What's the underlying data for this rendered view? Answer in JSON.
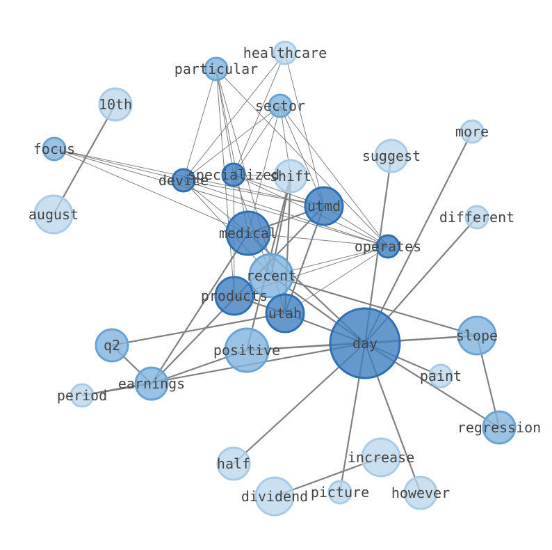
{
  "colors": {
    "light": "#b8d4ea",
    "mid": "#7fb3dd",
    "dark": "#3f7fc1",
    "stroke_light": "#a9cbe6",
    "stroke_mid": "#6aa4d4",
    "stroke_dark": "#2f6fb3",
    "edge": "#808080",
    "label": "#444444"
  },
  "nodes": [
    {
      "id": "healthcare",
      "label": "healthcare",
      "tone": "light"
    },
    {
      "id": "particular",
      "label": "particular",
      "tone": "mid"
    },
    {
      "id": "10th",
      "label": "10th",
      "tone": "light"
    },
    {
      "id": "sector",
      "label": "sector",
      "tone": "mid"
    },
    {
      "id": "more",
      "label": "more",
      "tone": "light"
    },
    {
      "id": "focus",
      "label": "focus",
      "tone": "mid"
    },
    {
      "id": "suggest",
      "label": "suggest",
      "tone": "light"
    },
    {
      "id": "specialized",
      "label": "specialized",
      "tone": "dark"
    },
    {
      "id": "device",
      "label": "device",
      "tone": "dark"
    },
    {
      "id": "shift",
      "label": "shift",
      "tone": "light"
    },
    {
      "id": "utmd",
      "label": "utmd",
      "tone": "dark"
    },
    {
      "id": "august",
      "label": "august",
      "tone": "light"
    },
    {
      "id": "different",
      "label": "different",
      "tone": "light"
    },
    {
      "id": "medical",
      "label": "medical",
      "tone": "dark"
    },
    {
      "id": "operates",
      "label": "operates",
      "tone": "dark"
    },
    {
      "id": "recent",
      "label": "recent",
      "tone": "mid"
    },
    {
      "id": "products",
      "label": "products",
      "tone": "dark"
    },
    {
      "id": "utah",
      "label": "utah",
      "tone": "dark"
    },
    {
      "id": "day",
      "label": "day",
      "tone": "dark"
    },
    {
      "id": "slope",
      "label": "slope",
      "tone": "mid"
    },
    {
      "id": "q2",
      "label": "q2",
      "tone": "mid"
    },
    {
      "id": "positive",
      "label": "positive",
      "tone": "mid"
    },
    {
      "id": "paint",
      "label": "paint",
      "tone": "light"
    },
    {
      "id": "earnings",
      "label": "earnings",
      "tone": "mid"
    },
    {
      "id": "period",
      "label": "period",
      "tone": "light"
    },
    {
      "id": "regression",
      "label": "regression",
      "tone": "mid"
    },
    {
      "id": "increase",
      "label": "increase",
      "tone": "light"
    },
    {
      "id": "half",
      "label": "half",
      "tone": "light"
    },
    {
      "id": "dividend",
      "label": "dividend",
      "tone": "light"
    },
    {
      "id": "picture",
      "label": "picture",
      "tone": "light"
    },
    {
      "id": "however",
      "label": "however",
      "tone": "light"
    }
  ],
  "edges": [
    [
      "healthcare",
      "device"
    ],
    [
      "healthcare",
      "specialized"
    ],
    [
      "healthcare",
      "utmd"
    ],
    [
      "particular",
      "device"
    ],
    [
      "particular",
      "specialized"
    ],
    [
      "particular",
      "medical"
    ],
    [
      "particular",
      "operates"
    ],
    [
      "particular",
      "utah"
    ],
    [
      "particular",
      "products"
    ],
    [
      "sector",
      "device"
    ],
    [
      "sector",
      "specialized"
    ],
    [
      "sector",
      "medical"
    ],
    [
      "sector",
      "operates"
    ],
    [
      "sector",
      "utmd"
    ],
    [
      "sector",
      "shift"
    ],
    [
      "focus",
      "device"
    ],
    [
      "focus",
      "medical"
    ],
    [
      "focus",
      "utmd"
    ],
    [
      "focus",
      "operates"
    ],
    [
      "device",
      "utmd"
    ],
    [
      "device",
      "operates"
    ],
    [
      "device",
      "medical"
    ],
    [
      "device",
      "recent"
    ],
    [
      "specialized",
      "utmd"
    ],
    [
      "specialized",
      "operates"
    ],
    [
      "specialized",
      "products"
    ],
    [
      "specialized",
      "shift"
    ],
    [
      "specialized",
      "recent"
    ],
    [
      "medical",
      "operates"
    ],
    [
      "medical",
      "utmd"
    ],
    [
      "utmd",
      "operates"
    ],
    [
      "operates",
      "recent"
    ],
    [
      "operates",
      "products"
    ],
    [
      "operates",
      "utah"
    ],
    [
      "10th",
      "august"
    ],
    [
      "shift",
      "positive"
    ],
    [
      "shift",
      "utah"
    ],
    [
      "shift",
      "recent"
    ],
    [
      "utmd",
      "earnings"
    ],
    [
      "utmd",
      "utah"
    ],
    [
      "medical",
      "day"
    ],
    [
      "medical",
      "earnings"
    ],
    [
      "recent",
      "slope"
    ],
    [
      "recent",
      "day"
    ],
    [
      "products",
      "utah"
    ],
    [
      "utah",
      "q2"
    ],
    [
      "day",
      "suggest"
    ],
    [
      "day",
      "more"
    ],
    [
      "day",
      "different"
    ],
    [
      "day",
      "slope"
    ],
    [
      "day",
      "positive"
    ],
    [
      "day",
      "paint"
    ],
    [
      "day",
      "regression"
    ],
    [
      "day",
      "half"
    ],
    [
      "day",
      "picture"
    ],
    [
      "day",
      "however"
    ],
    [
      "day",
      "period"
    ],
    [
      "day",
      "utah"
    ],
    [
      "slope",
      "positive"
    ],
    [
      "slope",
      "regression"
    ],
    [
      "q2",
      "earnings"
    ],
    [
      "earnings",
      "positive"
    ],
    [
      "earnings",
      "period"
    ],
    [
      "increase",
      "dividend"
    ]
  ]
}
